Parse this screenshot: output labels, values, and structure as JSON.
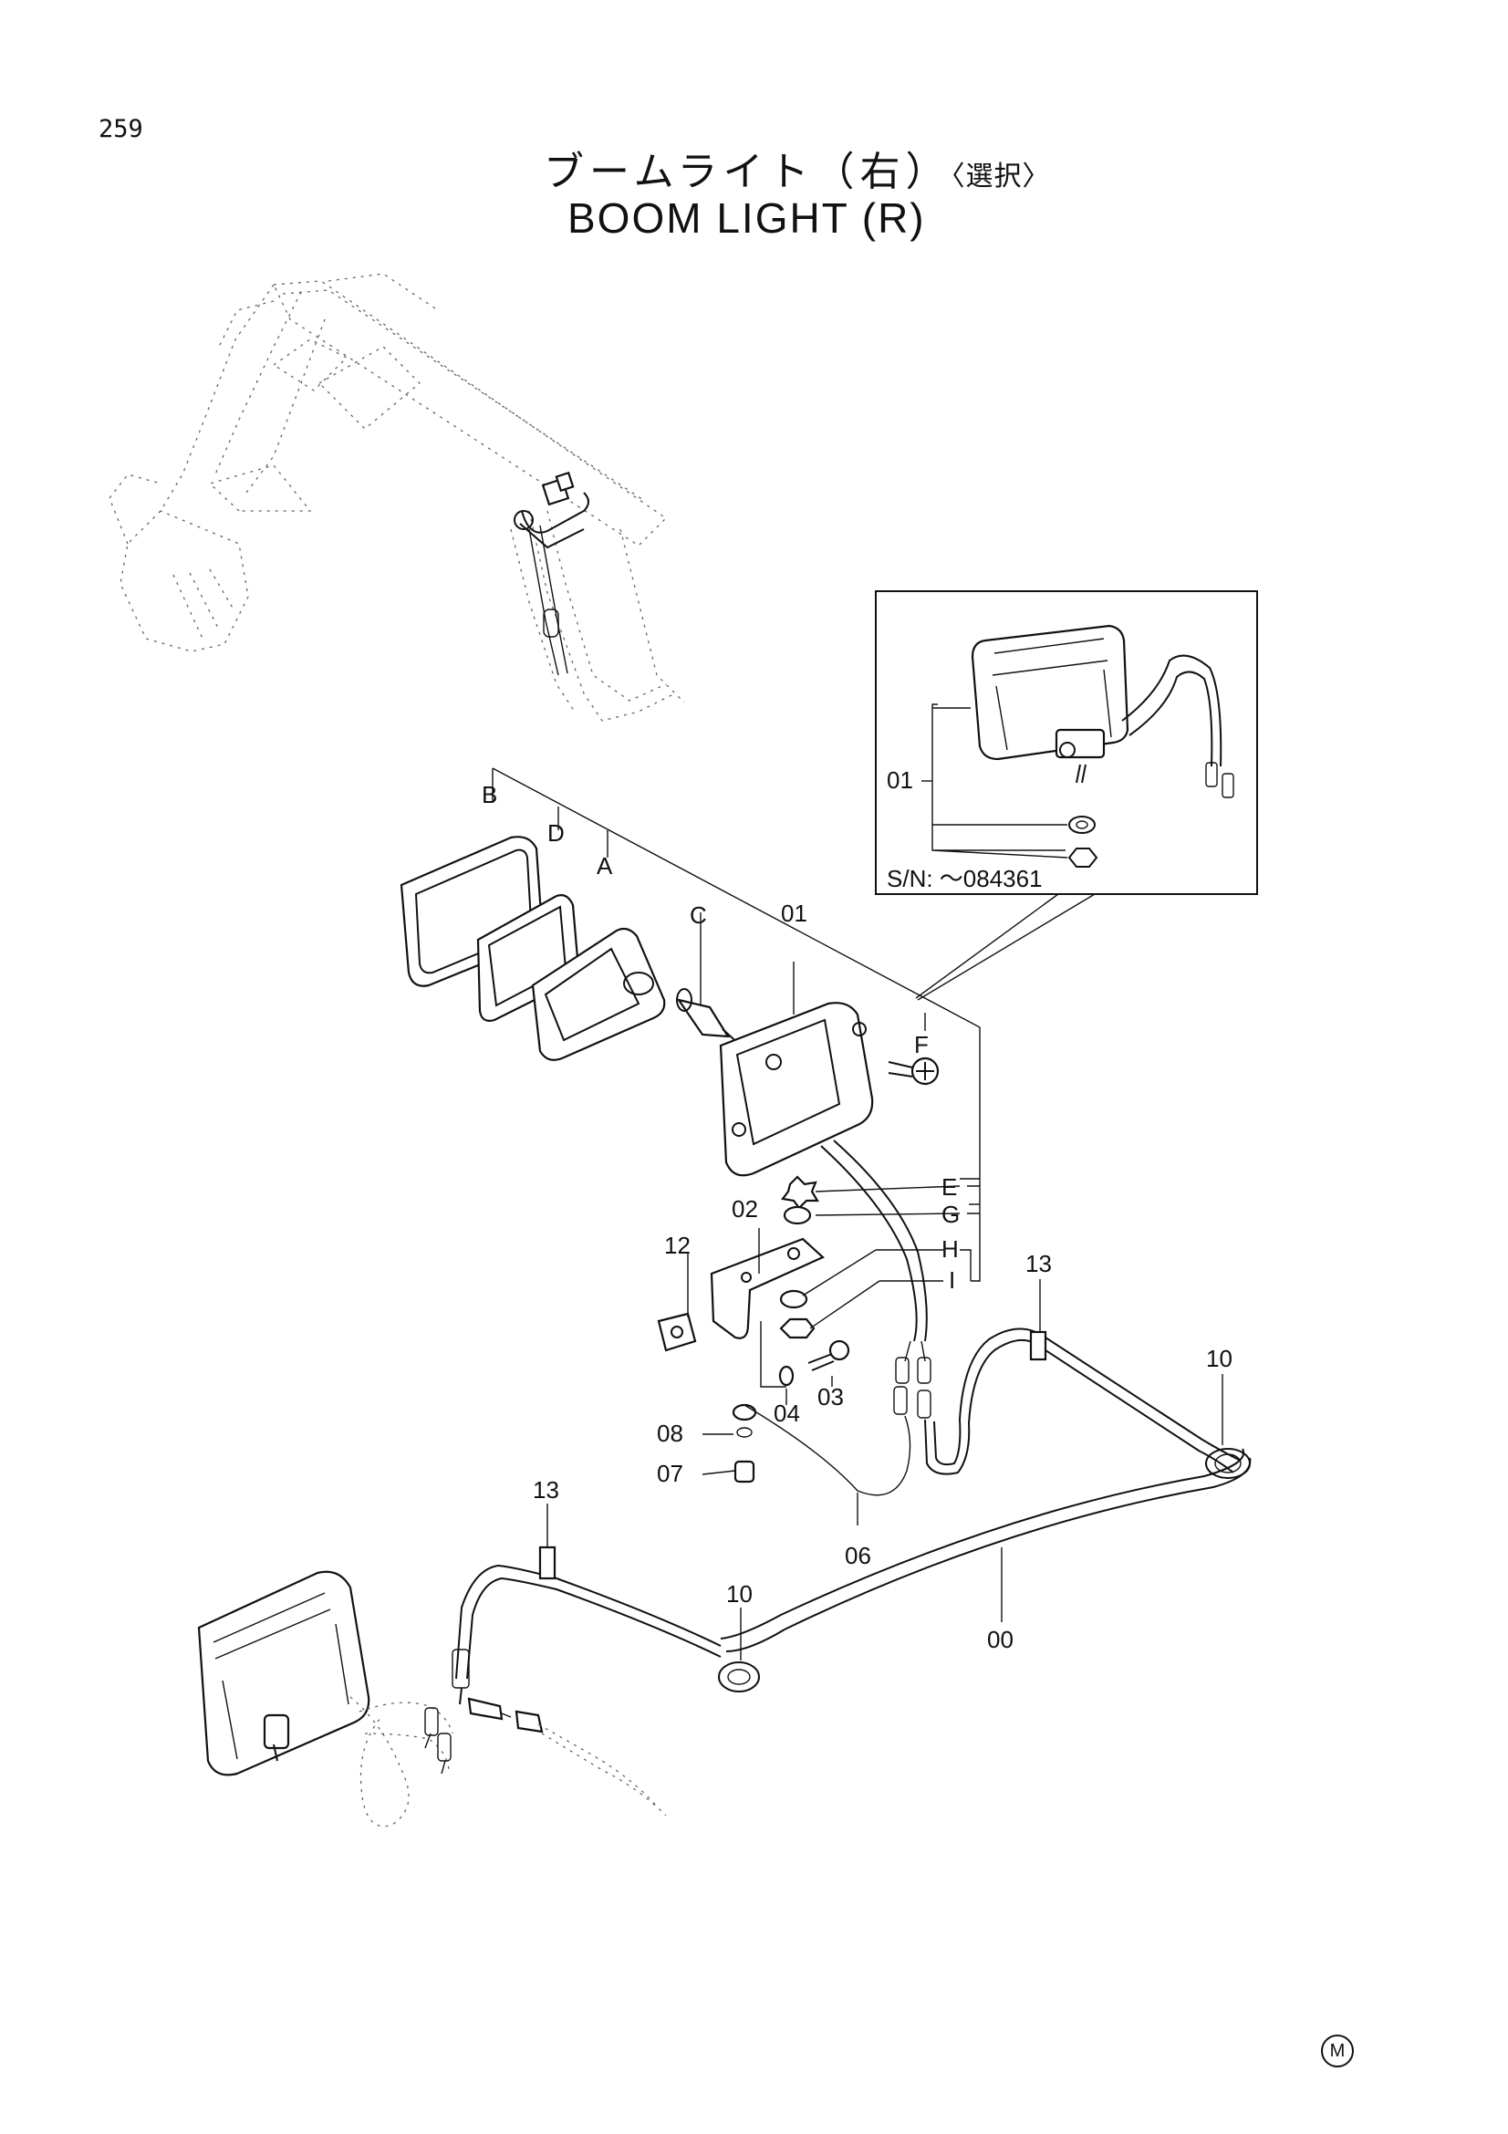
{
  "page": {
    "number": "259",
    "title_jp": "ブームライト（右）",
    "title_jp_option": "〈選択〉",
    "title_en": "BOOM LIGHT (R)",
    "mark": "M"
  },
  "inset": {
    "part_label": "01",
    "serial_note": "S/N: ～084361"
  },
  "callouts": {
    "B": "B",
    "D": "D",
    "A": "A",
    "C": "C",
    "F": "F",
    "E": "E",
    "G": "G",
    "H": "H",
    "I": "I",
    "p01": "01",
    "p02": "02",
    "p03": "03",
    "p04": "04",
    "p06": "06",
    "p07": "07",
    "p08": "08",
    "p10a": "10",
    "p10b": "10",
    "p12": "12",
    "p13a": "13",
    "p13b": "13",
    "p00": "00"
  }
}
